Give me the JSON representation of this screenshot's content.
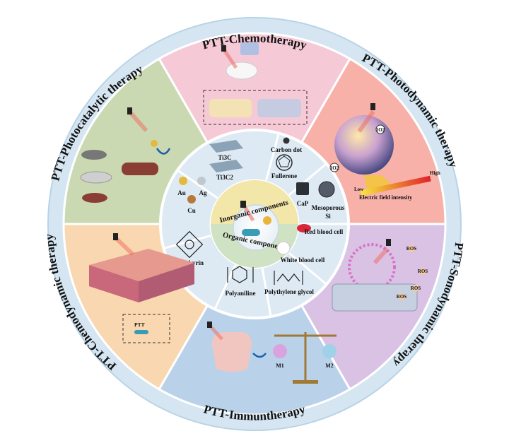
{
  "outer_ring": {
    "therapies": [
      "PTT-Chemotherapy",
      "PTT-Photodynamic therapy",
      "PTT-Sonodynamic therapy",
      "PTT-Immuntherapy",
      "PTT-Chemodynamic therapy",
      "PTT-Photocatalytic therapy"
    ]
  },
  "center": {
    "inorganic": "Inorganic components",
    "organic": "Organic components"
  },
  "inner_ring": {
    "ti3c": "Ti3C",
    "ti3c2": "Ti3C2",
    "carbon_dot": "Carbon dot",
    "fullerene": "Fullerene",
    "cap": "CaP",
    "mesoporous": "Mesoporous",
    "si": "Si",
    "au": "Au",
    "ag": "Ag",
    "cu": "Cu",
    "red_blood_cell": "Red blood cell",
    "white_blood_cell": "White blood cell",
    "porphyrin": "Porphyrin",
    "polyaniline": "Polyaniline",
    "polythylene_glycol": "Polythylene glycol"
  },
  "panel_labels": {
    "electric_field": "Electric field intensity",
    "low": "Low",
    "high": "High",
    "o2": "1O2",
    "o2_b": "1O2",
    "ros": "ROS",
    "ptt": "PTT",
    "m1": "M1",
    "m2": "M2"
  },
  "colors": {
    "ring_border": "#a9cbe2",
    "chemotherapy": "#f6c9d6",
    "photodynamic": "#f7b1a8",
    "sonodynamic": "#d9c2e4",
    "immunotherapy": "#b9d2ea",
    "chemodynamic": "#f9d7b0",
    "photocatalytic": "#cbd9b3",
    "inner_ring": "#dbeaf4"
  }
}
